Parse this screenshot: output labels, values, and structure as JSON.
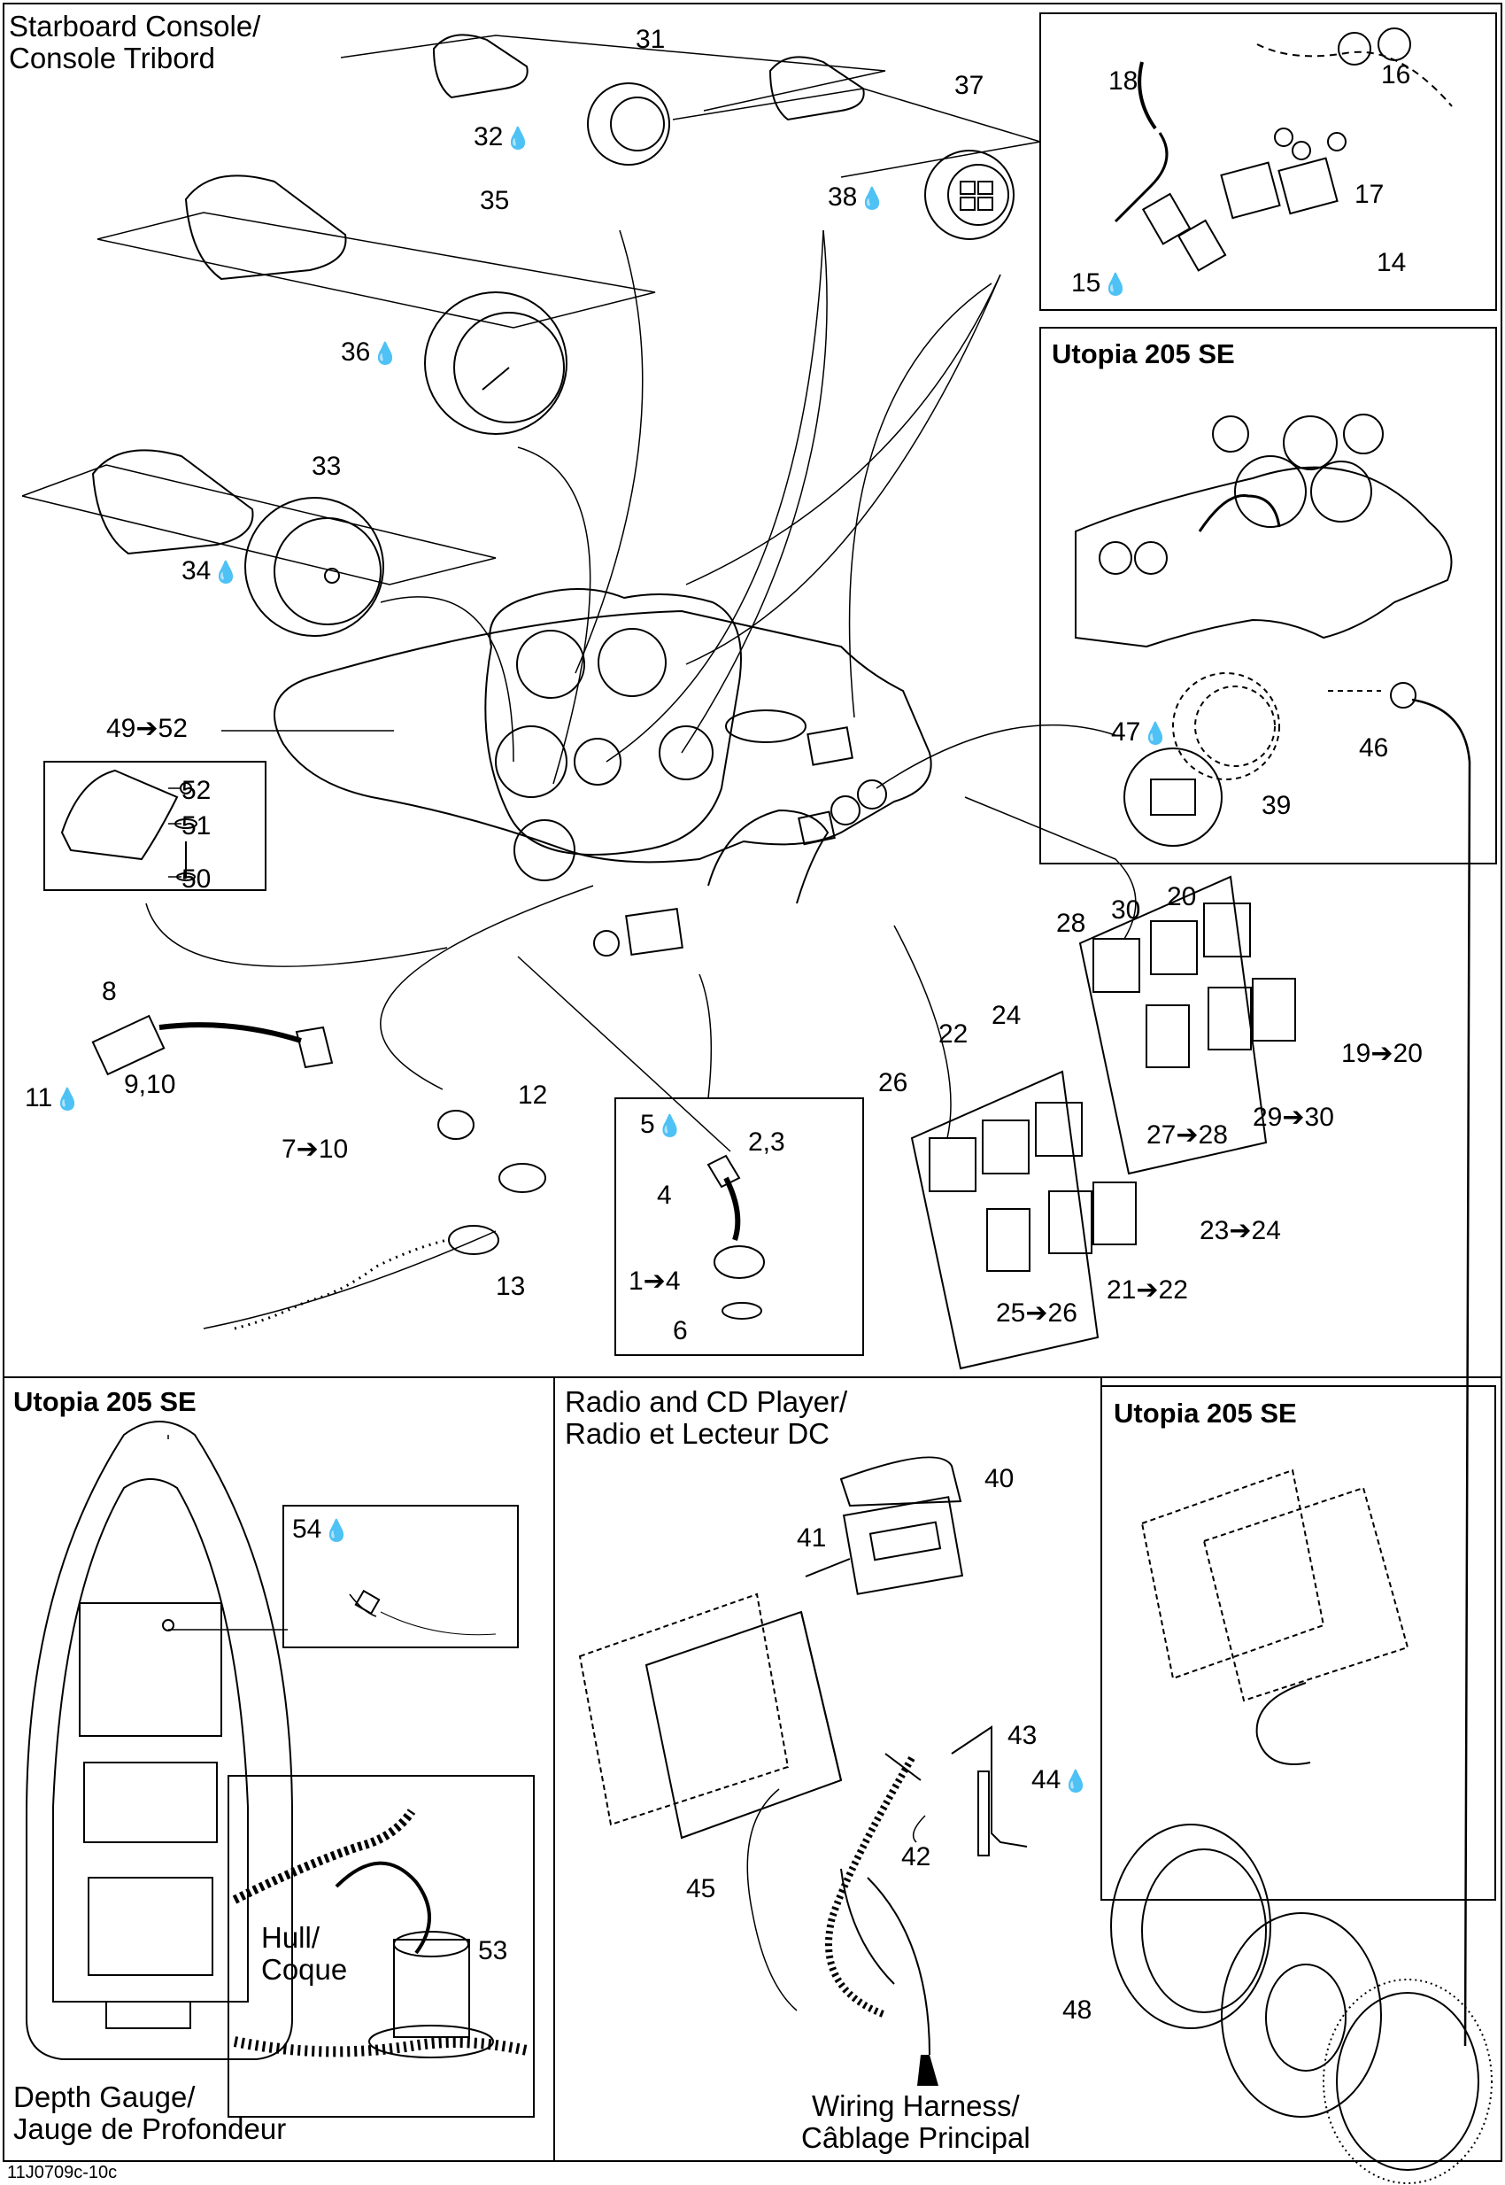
{
  "titles": {
    "starboard_console_en": "Starboard Console/",
    "starboard_console_fr": "Console Tribord",
    "radio_en": "Radio and CD Player/",
    "radio_fr": "Radio et Lecteur DC",
    "depth_en": "Depth Gauge/",
    "depth_fr": "Jauge de Profondeur",
    "hull_en": "Hull/",
    "hull_fr": "Coque",
    "wiring_en": "Wiring Harness/",
    "wiring_fr": "Câblage Principal"
  },
  "headings": {
    "utopia_top": "Utopia 205 SE",
    "utopia_bottom_left": "Utopia 205 SE",
    "utopia_bottom_right": "Utopia 205 SE"
  },
  "figure_id": "11J0709c-10c",
  "drop_symbol": "💧",
  "callouts": [
    {
      "id": "c31",
      "text": "31",
      "drop": false
    },
    {
      "id": "c32",
      "text": "32",
      "drop": true
    },
    {
      "id": "c37",
      "text": "37",
      "drop": false
    },
    {
      "id": "c38",
      "text": "38",
      "drop": true
    },
    {
      "id": "c35",
      "text": "35",
      "drop": false
    },
    {
      "id": "c36",
      "text": "36",
      "drop": true
    },
    {
      "id": "c33",
      "text": "33",
      "drop": false
    },
    {
      "id": "c34",
      "text": "34",
      "drop": true
    },
    {
      "id": "c18",
      "text": "18",
      "drop": false
    },
    {
      "id": "c16",
      "text": "16",
      "drop": false
    },
    {
      "id": "c17",
      "text": "17",
      "drop": false
    },
    {
      "id": "c14",
      "text": "14",
      "drop": false
    },
    {
      "id": "c15",
      "text": "15",
      "drop": true
    },
    {
      "id": "c49",
      "text": "49➔52",
      "drop": false
    },
    {
      "id": "c52",
      "text": "52",
      "drop": false
    },
    {
      "id": "c51",
      "text": "51",
      "drop": false
    },
    {
      "id": "c50",
      "text": "50",
      "drop": false
    },
    {
      "id": "c47",
      "text": "47",
      "drop": true
    },
    {
      "id": "c46",
      "text": "46",
      "drop": false
    },
    {
      "id": "c39",
      "text": "39",
      "drop": false
    },
    {
      "id": "c28",
      "text": "28",
      "drop": false
    },
    {
      "id": "c30",
      "text": "30",
      "drop": false
    },
    {
      "id": "c20",
      "text": "20",
      "drop": false
    },
    {
      "id": "c19",
      "text": "19➔20",
      "drop": false
    },
    {
      "id": "c27",
      "text": "27➔28",
      "drop": false
    },
    {
      "id": "c29",
      "text": "29➔30",
      "drop": false
    },
    {
      "id": "c8",
      "text": "8",
      "drop": false
    },
    {
      "id": "c11",
      "text": "11",
      "drop": true
    },
    {
      "id": "c910",
      "text": "9,10",
      "drop": false
    },
    {
      "id": "c710",
      "text": "7➔10",
      "drop": false
    },
    {
      "id": "c12",
      "text": "12",
      "drop": false
    },
    {
      "id": "c13",
      "text": "13",
      "drop": false
    },
    {
      "id": "c5",
      "text": "5",
      "drop": true
    },
    {
      "id": "c23",
      "text": "2,3",
      "drop": false
    },
    {
      "id": "c4",
      "text": "4",
      "drop": false
    },
    {
      "id": "c14b",
      "text": "1➔4",
      "drop": false
    },
    {
      "id": "c6",
      "text": "6",
      "drop": false
    },
    {
      "id": "c26",
      "text": "26",
      "drop": false
    },
    {
      "id": "c22",
      "text": "22",
      "drop": false
    },
    {
      "id": "c24",
      "text": "24",
      "drop": false
    },
    {
      "id": "c2324",
      "text": "23➔24",
      "drop": false
    },
    {
      "id": "c2122",
      "text": "21➔22",
      "drop": false
    },
    {
      "id": "c2526",
      "text": "25➔26",
      "drop": false
    },
    {
      "id": "c54",
      "text": "54",
      "drop": true
    },
    {
      "id": "c53",
      "text": "53",
      "drop": false
    },
    {
      "id": "c40",
      "text": "40",
      "drop": false
    },
    {
      "id": "c41",
      "text": "41",
      "drop": false
    },
    {
      "id": "c43",
      "text": "43",
      "drop": false
    },
    {
      "id": "c44",
      "text": "44",
      "drop": true
    },
    {
      "id": "c42",
      "text": "42",
      "drop": false
    },
    {
      "id": "c45",
      "text": "45",
      "drop": false
    },
    {
      "id": "c48",
      "text": "48",
      "drop": false
    }
  ]
}
